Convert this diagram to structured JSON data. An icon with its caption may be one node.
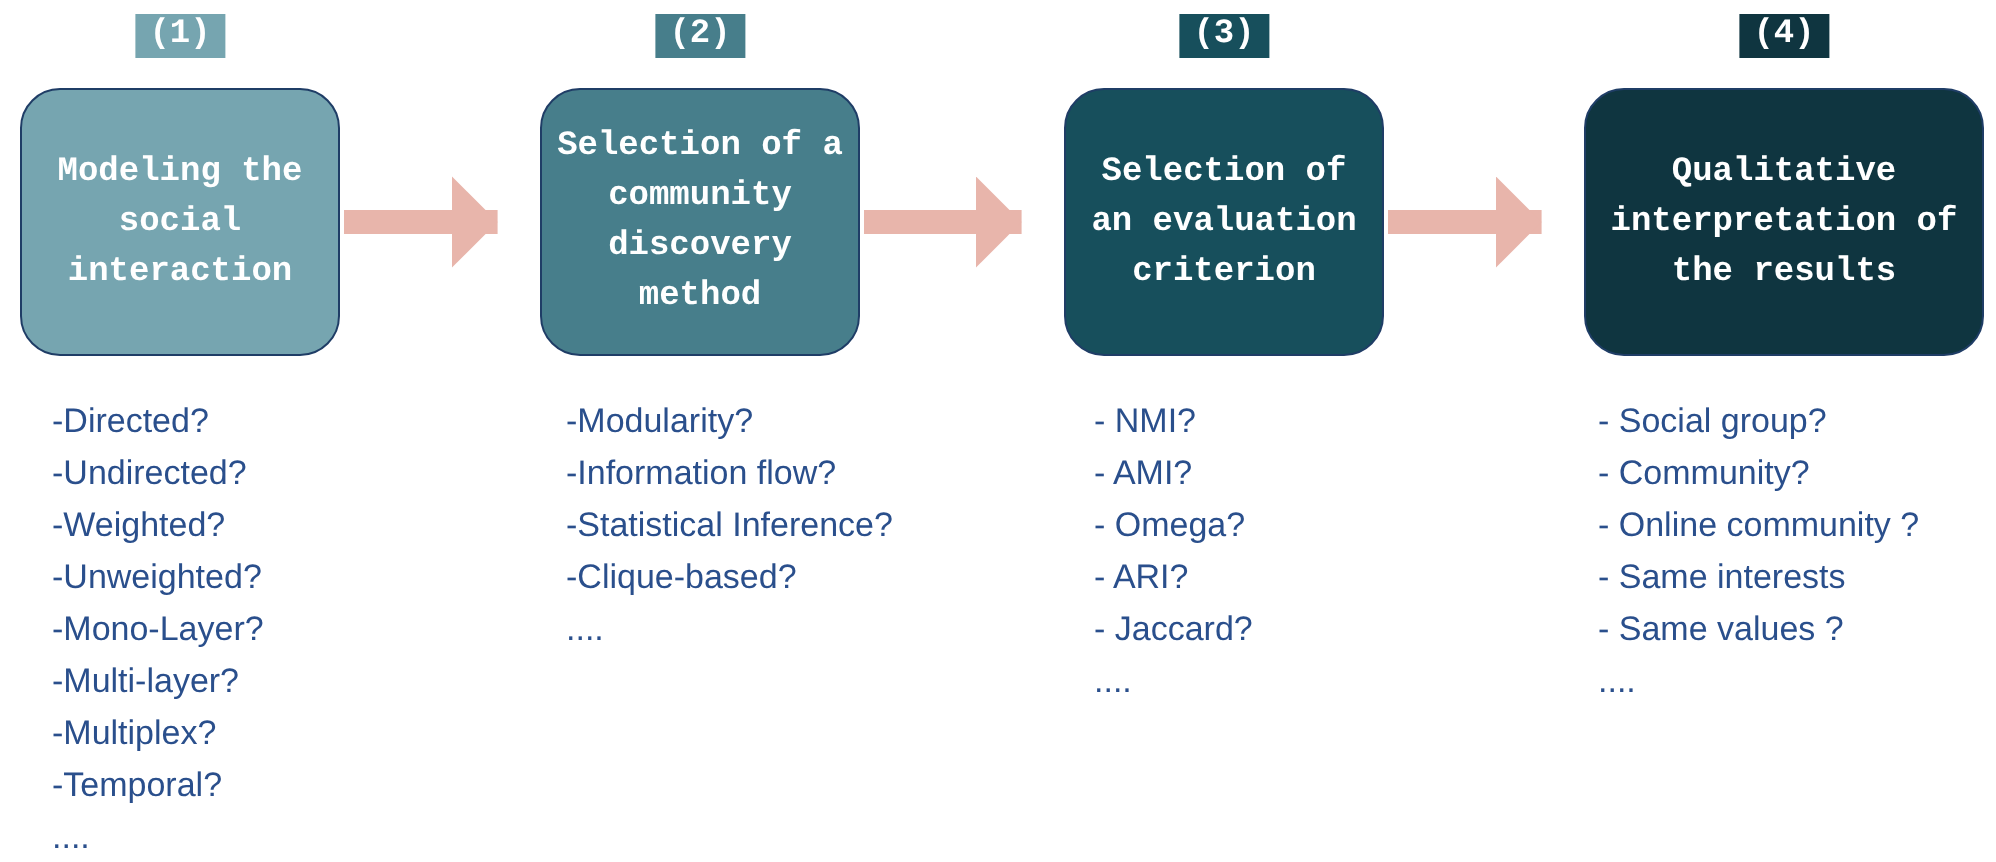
{
  "diagram": {
    "nodes": [
      {
        "text": [
          "(1)",
          "Modeling the social interaction"
        ],
        "beside": [
          "-Directed?",
          "-Undirected?",
          "-Weighted?",
          "-Unweighted?",
          "-Mono-Layer?",
          "-Multi-layer?",
          "-Multiplex?",
          "-Temporal?",
          "...."
        ]
      },
      {
        "text": [
          "(2)",
          "Selection of a community discovery method"
        ],
        "beside": [
          "-Modularity?",
          "-Information flow?",
          "-Statistical Inference?",
          "-Clique-based?",
          "...."
        ]
      },
      {
        "text": [
          "(3)",
          "Selection of an evaluation criterion"
        ],
        "beside": [
          "- NMI?",
          "- AMI?",
          "- Omega?",
          "- ARI?",
          "- Jaccard?",
          "...."
        ]
      },
      {
        "text": [
          "(4)",
          "Qualitative interpretation of the results"
        ],
        "beside": [
          "- Social group?",
          "- Community?",
          "- Online community ?",
          "- Same interests",
          "- Same values ?",
          "...."
        ]
      }
    ],
    "edges": [
      {
        "from": 0,
        "to": 1,
        "arrow": "to"
      },
      {
        "from": 1,
        "to": 2,
        "arrow": "to"
      },
      {
        "from": 2,
        "to": 3,
        "arrow": "to"
      }
    ]
  }
}
